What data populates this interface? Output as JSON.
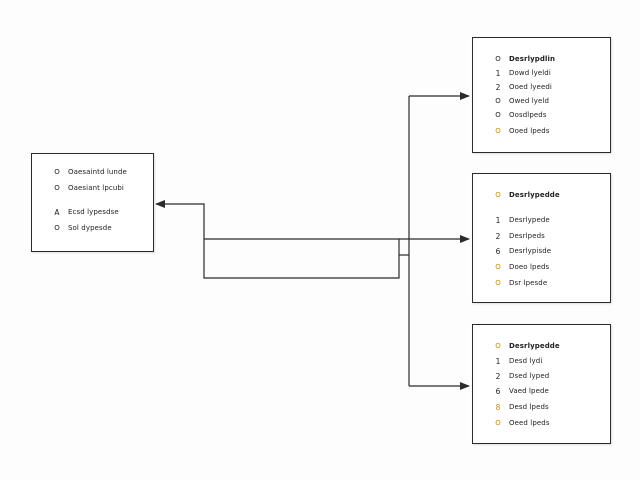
{
  "colors": {
    "line": "#2b2b2b",
    "accent": "#c98a1a",
    "text": "#222222"
  },
  "source_box": {
    "rows": [
      {
        "marker": "O",
        "label": "Oaesaintd lunde",
        "accent": false,
        "bold": false
      },
      {
        "marker": "O",
        "label": "Oaesiant lpcubi",
        "accent": false,
        "bold": false
      },
      {
        "marker": "A",
        "label": "Ecsd lypesdse",
        "accent": false,
        "bold": false
      },
      {
        "marker": "O",
        "label": "Sol dypesde",
        "accent": false,
        "bold": false
      }
    ]
  },
  "target_boxes": [
    {
      "rows": [
        {
          "marker": "O",
          "label": "Desrlypdlin",
          "accent": false,
          "bold": true
        },
        {
          "marker": "1",
          "label": "Dowd lyeldi",
          "accent": false,
          "bold": false
        },
        {
          "marker": "2",
          "label": "Ooed lyeedi",
          "accent": false,
          "bold": false
        },
        {
          "marker": "O",
          "label": "Owed lyeld",
          "accent": false,
          "bold": false
        },
        {
          "marker": "O",
          "label": "Oosdlpeds",
          "accent": false,
          "bold": false
        },
        {
          "marker": "O",
          "label": "Ooed lpeds",
          "accent": true,
          "bold": false
        }
      ]
    },
    {
      "rows": [
        {
          "marker": "O",
          "label": "Desrlypedde",
          "accent": true,
          "bold": true
        },
        {
          "marker": "1",
          "label": "Desrlypede",
          "accent": false,
          "bold": false
        },
        {
          "marker": "2",
          "label": "Desrlpeds",
          "accent": false,
          "bold": false
        },
        {
          "marker": "6",
          "label": "Desrlypisde",
          "accent": false,
          "bold": false
        },
        {
          "marker": "O",
          "label": "Doeo lpeds",
          "accent": true,
          "bold": false
        },
        {
          "marker": "O",
          "label": "Dsr lpesde",
          "accent": true,
          "bold": false
        }
      ]
    },
    {
      "rows": [
        {
          "marker": "O",
          "label": "Desrlypedde",
          "accent": true,
          "bold": true
        },
        {
          "marker": "1",
          "label": "Desd lydi",
          "accent": false,
          "bold": false
        },
        {
          "marker": "2",
          "label": "Dsed lyped",
          "accent": false,
          "bold": false
        },
        {
          "marker": "6",
          "label": "Vaed lpede",
          "accent": false,
          "bold": false
        },
        {
          "marker": "8",
          "label": "Desd lpeds",
          "accent": true,
          "bold": false
        },
        {
          "marker": "O",
          "label": "Oeed lpeds",
          "accent": true,
          "bold": false
        }
      ]
    }
  ]
}
